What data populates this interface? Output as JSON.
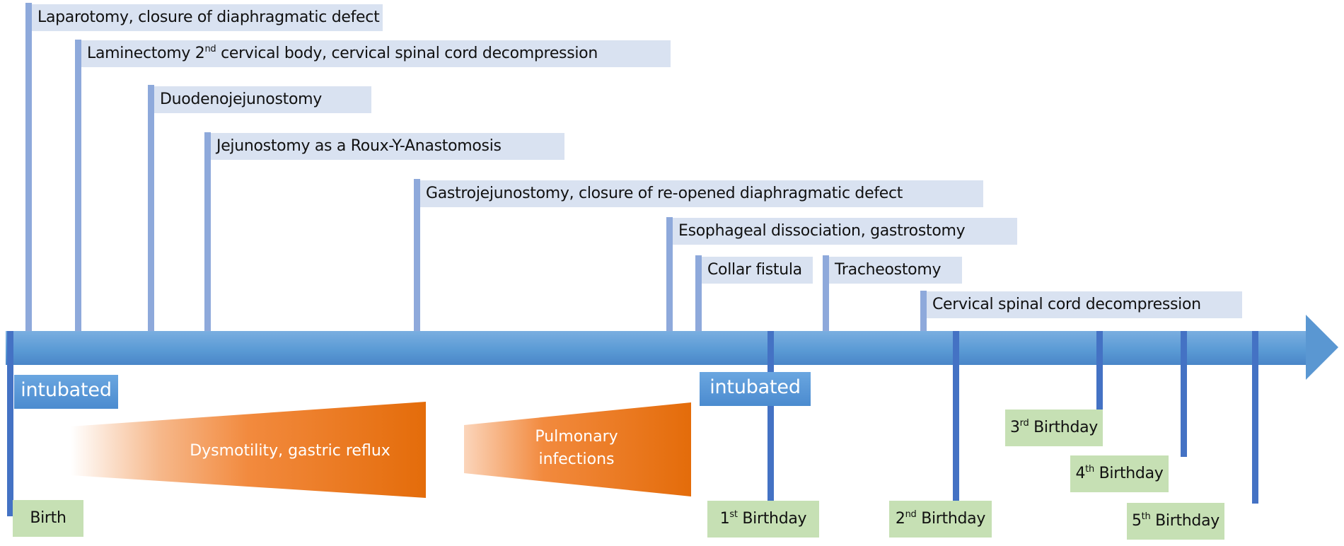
{
  "title": "Clinical timeline from birth to 5th birthday",
  "colors": {
    "procedure_box": "#d9e2f1",
    "procedure_stem": "#8ea9db",
    "timeline_axis": "#5b9bd5",
    "milestone_stem": "#4472c4",
    "milestone_box": "#c6e0b4",
    "intubated_box": "#5b9bd5",
    "condition_wedge": "#e46c0a"
  },
  "procedures": [
    {
      "text": "Laparotomy, closure of diaphragmatic defect"
    },
    {
      "pre": "Laminectomy 2",
      "sup": "nd",
      "post": " cervical body, cervical spinal cord decompression"
    },
    {
      "text": "Duodenojejunostomy"
    },
    {
      "text": "Jejunostomy as a Roux-Y-Anastomosis"
    },
    {
      "text": "Gastrojejunostomy, closure of re-opened diaphragmatic defect"
    },
    {
      "text": "Esophageal dissociation, gastrostomy"
    },
    {
      "text": "Collar fistula"
    },
    {
      "text": "Tracheostomy"
    },
    {
      "text": "Cervical spinal cord decompression"
    }
  ],
  "milestones": [
    {
      "num": "",
      "sup": "",
      "label": "Birth"
    },
    {
      "num": "1",
      "sup": "st",
      "label": " Birthday"
    },
    {
      "num": "2",
      "sup": "nd",
      "label": " Birthday"
    },
    {
      "num": "3",
      "sup": "rd",
      "label": " Birthday"
    },
    {
      "num": "4",
      "sup": "th",
      "label": " Birthday"
    },
    {
      "num": "5",
      "sup": "th",
      "label": " Birthday"
    }
  ],
  "intubation": [
    {
      "label": "intubated"
    },
    {
      "label": "intubated"
    }
  ],
  "conditions": [
    {
      "label": "Dysmotility, gastric reflux"
    },
    {
      "line1": "Pulmonary",
      "line2": "infections"
    }
  ]
}
